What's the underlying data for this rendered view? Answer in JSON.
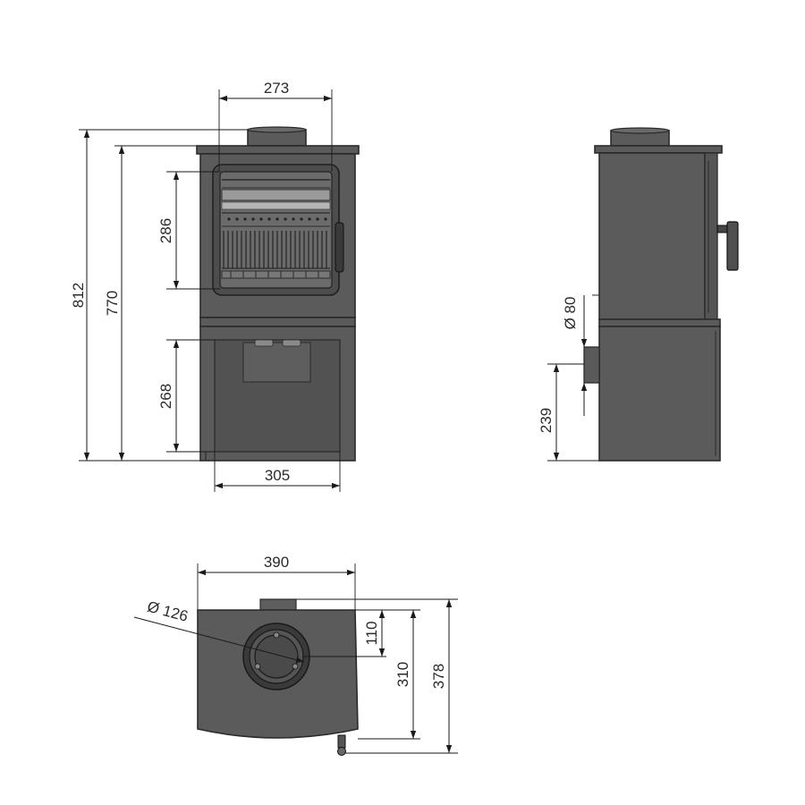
{
  "front_view": {
    "width_top": "273",
    "height_total": "812",
    "height_body": "770",
    "door_height": "286",
    "log_store_height": "268",
    "base_width": "305"
  },
  "side_view": {
    "outlet_diameter": "Ø 80",
    "outlet_height": "239"
  },
  "top_view": {
    "width": "390",
    "flue_diameter": "Ø 126",
    "flue_offset": "110",
    "depth_body": "310",
    "depth_total": "378"
  },
  "colors": {
    "stove_body": "#5b5b5b",
    "stove_edge": "#2b2b2b",
    "dimension_line": "#1a1a1a"
  }
}
